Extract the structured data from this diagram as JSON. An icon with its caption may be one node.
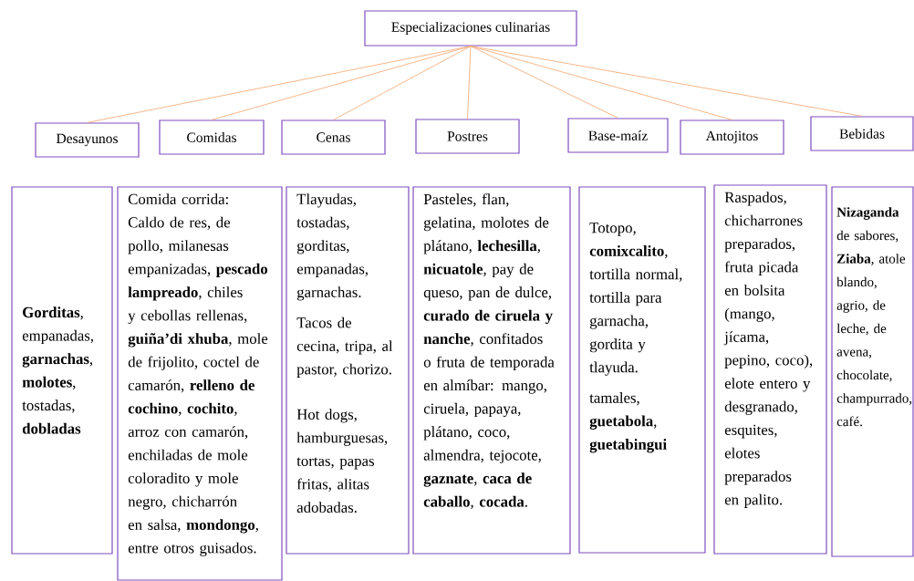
{
  "diagram": {
    "nodes": [
      {
        "text": [
          "Especializaciones culinarias"
        ]
      },
      {
        "text": [
          "Desayunos"
        ]
      },
      {
        "text": [
          "Comidas"
        ]
      },
      {
        "text": [
          "Cenas"
        ]
      },
      {
        "text": [
          "Postres"
        ]
      },
      {
        "text": [
          "Base-maíz"
        ]
      },
      {
        "text": [
          "Antojitos"
        ]
      },
      {
        "text": [
          "Bebidas"
        ]
      },
      {
        "text": [
          "**Gorditas**, empanadas, **garnachas**, **molotes**, tostadas, **dobladas**"
        ]
      },
      {
        "text": [
          "Comida corrida: Caldo de res, de pollo, milanesas empanizadas, **pescado lampreado**, chiles y cebollas rellenas, **guiña’di xhuba**, mole de frijolito, coctel de camarón, **relleno de cochino**, **cochito**, arroz con camarón, enchiladas de mole coloradito y mole negro, chicharrón en salsa, **mondongo**, entre otros guisados."
        ]
      },
      {
        "text": [
          "Tlayudas, tostadas, gorditas, empanadas, garnachas.",
          "Tacos de cecina, tripa, al pastor, chorizo.",
          "Hot dogs, hamburguesas, tortas, papas fritas, alitas adobadas."
        ]
      },
      {
        "text": [
          "Pasteles, flan, gelatina, molotes de plátano, **lechesilla**, **nicuatole**, pay de queso, pan de dulce, **curado de ciruela y nanche**, confitados o fruta de temporada en almíbar: mango, ciruela, papaya, plátano, coco, almendra, tejocote, **gaznate**, **caca de caballo**, **cocada**."
        ]
      },
      {
        "text": [
          "Totopo, **comixcalito**, tortilla normal, tortilla para garnacha, gordita y tlayuda.",
          "tamales, **guetabola**, **guetabingui**"
        ]
      },
      {
        "text": [
          "Raspados, chicharrones preparados, fruta picada en bolsita (mango, jícama, pepino, coco), elote entero y desgranado, esquites, elotes preparados en palito."
        ]
      },
      {
        "text": [
          "**Nizaganda** de sabores, **Ziaba**, atole blando, agrio, de leche, de avena, chocolate, champurrado, café."
        ]
      }
    ],
    "edges": [
      {
        "from": 0,
        "to": 1,
        "arrow": "none"
      },
      {
        "from": 0,
        "to": 2,
        "arrow": "none"
      },
      {
        "from": 0,
        "to": 3,
        "arrow": "none"
      },
      {
        "from": 0,
        "to": 4,
        "arrow": "none"
      },
      {
        "from": 0,
        "to": 5,
        "arrow": "none"
      },
      {
        "from": 0,
        "to": 6,
        "arrow": "none"
      },
      {
        "from": 0,
        "to": 7,
        "arrow": "none"
      }
    ]
  }
}
